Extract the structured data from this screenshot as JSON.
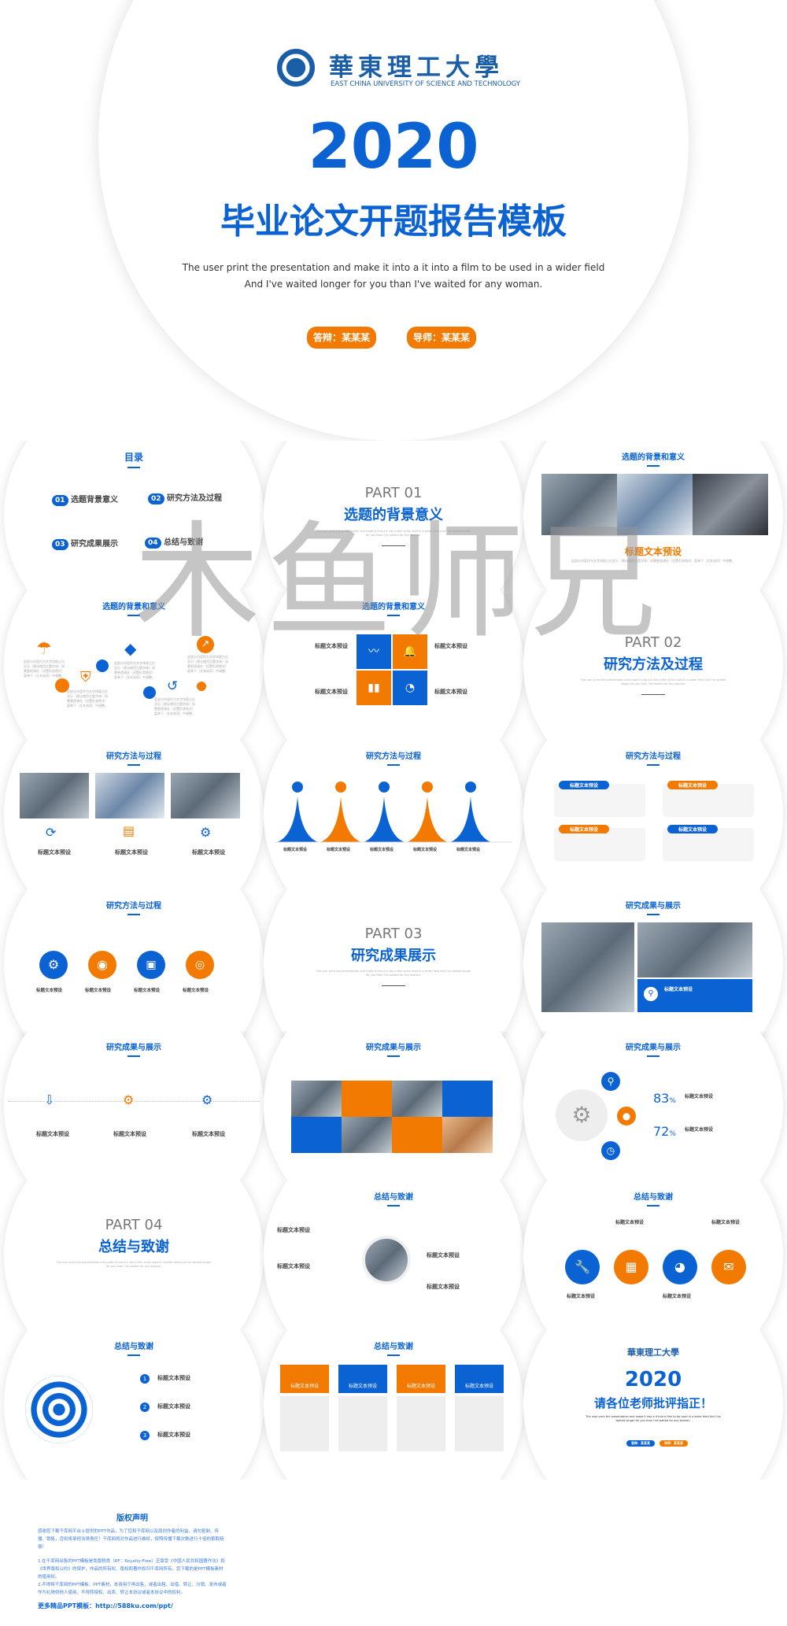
{
  "cover": {
    "university_cn": "華東理工大學",
    "university_en": "EAST CHINA UNIVERSITY OF SCIENCE AND TECHNOLOGY",
    "year": "2020",
    "title": "毕业论文开题报告模板",
    "subtitle": "The user print the presentation and make it into a it into a film to be used in a wider field And I've waited longer for you than I've waited for any woman.",
    "defender_label": "答辩：某某某",
    "advisor_label": "导师：某某某"
  },
  "watermark": "木鱼师兄",
  "placeholder": {
    "heading": "标题文本预设",
    "body": "此部分内容作为文字排版占位显示（建议使用主题字体）如需更改请在（设置形状格式）菜单下（文本选项）中调整。",
    "sub_en": "The user print the presentation and make it into a it into a film to be used in a wider field And I've waited longer for you than I've waited for any woman."
  },
  "toc": {
    "title": "目录",
    "items": [
      {
        "num": "01",
        "label": "选题背景意义"
      },
      {
        "num": "02",
        "label": "研究方法及过程"
      },
      {
        "num": "03",
        "label": "研究成果展示"
      },
      {
        "num": "04",
        "label": "总结与致谢"
      }
    ]
  },
  "parts": [
    {
      "part": "PART 01",
      "title": "选题的背景意义"
    },
    {
      "part": "PART 02",
      "title": "研究方法及过程"
    },
    {
      "part": "PART 03",
      "title": "研究成果展示"
    },
    {
      "part": "PART 04",
      "title": "总结与致谢"
    }
  ],
  "section_titles": {
    "background": "选题的背景和意义",
    "method": "研究方法与过程",
    "results": "研究成果与展示",
    "summary": "总结与致谢"
  },
  "stats": [
    {
      "value": "83",
      "unit": "%"
    },
    {
      "value": "72",
      "unit": "%"
    }
  ],
  "ending": {
    "year": "2020",
    "title": "请各位老师批评指正！",
    "defender_label": "答辩：某某某",
    "advisor_label": "导师：某某某"
  },
  "copyright": {
    "title": "版权声明",
    "p1": "感谢您下载千库网平台上提供的PPT作品，为了您和千库网以及原创作者的利益，请勿复制、传播、销售，否则将承担法律责任！千库网将对作品进行维权，按照传播下载次数进行十倍的索取赔偿！",
    "p2": "1.在千库网出售的PPT模板是免版税类（RF：Royalty-Free）正版受《中国人民共和国著作法》和《世界版权公约》的保护，作品的所有权、版权和著作权归千库网所有，您下载的是PPT模板素材的使用权。",
    "p3": "2.不得将千库网的PPT模板、PPT素材，本身用于再出售，或者出租、出借、转让、分销、发布或者作为礼物供他人使用，不得转授权、出卖、转让本协议或者本协议中的权利。",
    "more": "更多精品PPT模板：http://588ku.com/ppt/"
  },
  "colors": {
    "blue": "#0b63d3",
    "orange": "#f27a00"
  }
}
